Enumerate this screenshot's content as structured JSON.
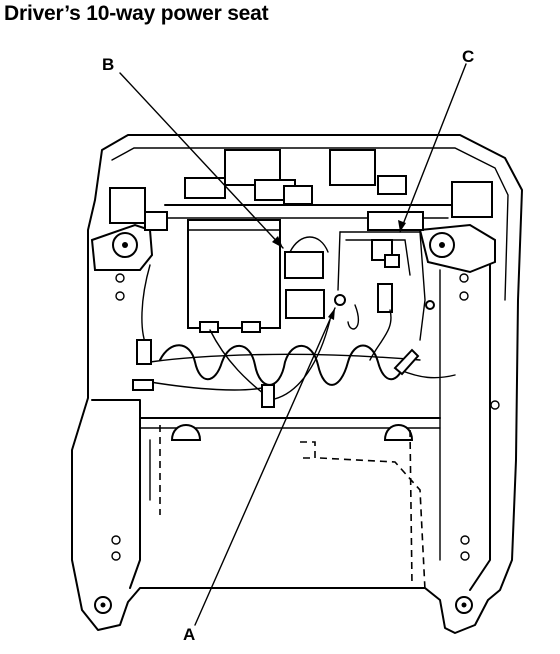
{
  "title": "Driver’s 10-way power seat",
  "callouts": {
    "a": "A",
    "b": "B",
    "c": "C"
  }
}
